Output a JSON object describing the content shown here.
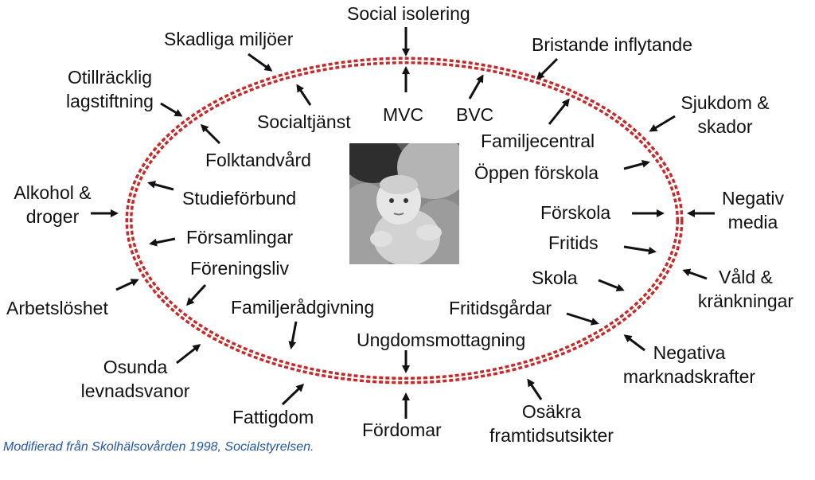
{
  "outer_factors": {
    "social_isolering": "Social isolering",
    "skadliga_miljoer": "Skadliga miljöer",
    "bristande_inflytande": "Bristande inflytande",
    "otillracklig_line1": "Otillräcklig",
    "otillracklig_line2": "lagstiftning",
    "sjukdom_line1": "Sjukdom &",
    "sjukdom_line2": "skador",
    "alkohol_line1": "Alkohol &",
    "alkohol_line2": "droger",
    "negativ_media_line1": "Negativ",
    "negativ_media_line2": "media",
    "arbetsloshet": "Arbetslöshet",
    "vald_line1": "Våld &",
    "vald_line2": "kränkningar",
    "osunda_line1": "Osunda",
    "osunda_line2": "levnadsvanor",
    "negativa_line1": "Negativa",
    "negativa_line2": "marknadskrafter",
    "fattigdom": "Fattigdom",
    "fordomar": "Fördomar",
    "osakra_line1": "Osäkra",
    "osakra_line2": "framtidsutsikter"
  },
  "inner_resources": {
    "socialtjanst": "Socialtjänst",
    "mvc": "MVC",
    "bvc": "BVC",
    "familjecentral": "Familjecentral",
    "folktandvard": "Folktandvård",
    "oppen_forskola": "Öppen förskola",
    "studieforbund": "Studieförbund",
    "forskola": "Förskola",
    "forsamlingar": "Församlingar",
    "fritids": "Fritids",
    "foreningsliv": "Föreningsliv",
    "skola": "Skola",
    "familjeradgivning": "Familjerådgivning",
    "fritidsgardar": "Fritidsgårdar",
    "ungdomsmottagning": "Ungdomsmottagning"
  },
  "caption": "Modifierad från Skolhälsovården 1998, Socialstyrelsen.",
  "colors": {
    "ring": "#c62a2a",
    "arrow": "#111111",
    "caption": "#2255a6"
  }
}
